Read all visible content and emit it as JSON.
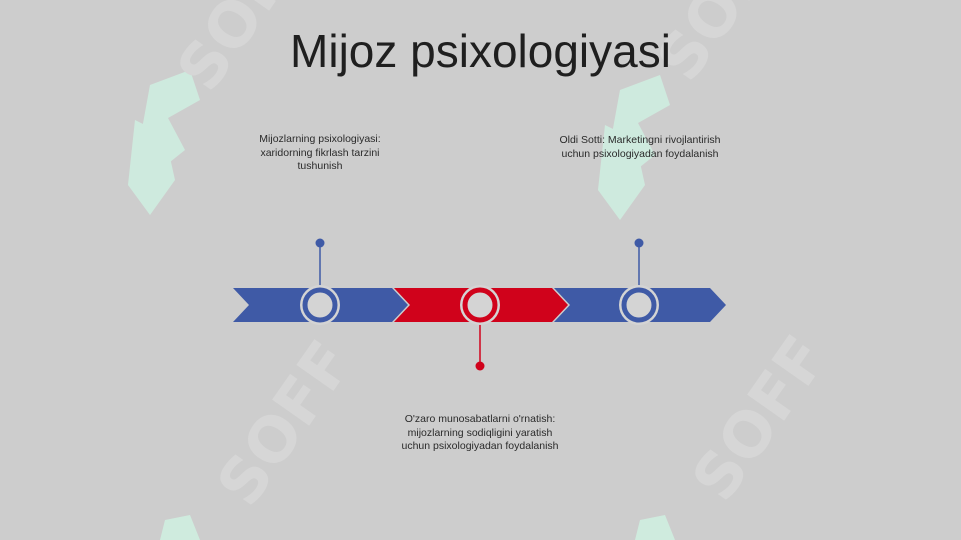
{
  "title": "Mijoz psixologiyasi",
  "watermark": "SOFF",
  "colors": {
    "background": "#cdcdcd",
    "blue": "#3f5aa6",
    "red": "#d0021b",
    "watermark_green": "#cdeee0",
    "watermark_gray": "#d9d9d9"
  },
  "milestones": [
    {
      "label_lines": [
        "Mijozlarning psixologiyasi:",
        "xaridorning fikrlash tarzini",
        "tushunish"
      ],
      "color": "blue",
      "position": "above"
    },
    {
      "label_lines": [
        "O'zaro munosabatlarni o'rnatish:",
        "mijozlarning sodiqligini yaratish",
        "uchun psixologiyadan foydalanish"
      ],
      "color": "red",
      "position": "below"
    },
    {
      "label_lines": [
        "Oldi Sotti: Marketingni rivojlantirish",
        "uchun psixologiyadan foydalanish"
      ],
      "color": "blue",
      "position": "above"
    }
  ]
}
